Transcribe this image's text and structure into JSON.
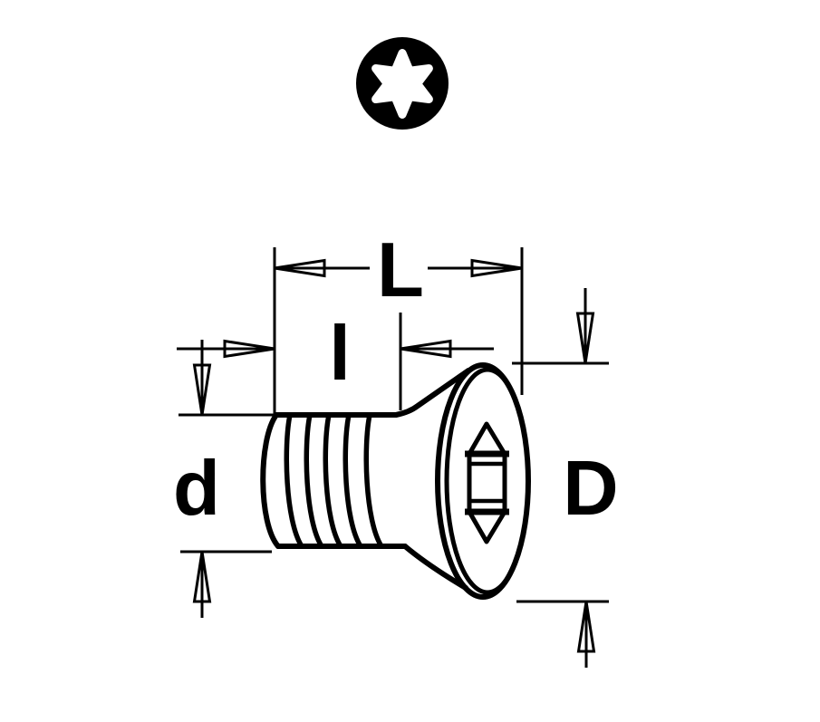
{
  "drawing": {
    "background": "#ffffff",
    "line_color": "#000000",
    "labels": {
      "overall_length": "L",
      "thread_length": "l",
      "thread_diameter": "d",
      "head_diameter": "D"
    },
    "icons": {
      "drive_recess": "torx-drive-icon"
    }
  }
}
